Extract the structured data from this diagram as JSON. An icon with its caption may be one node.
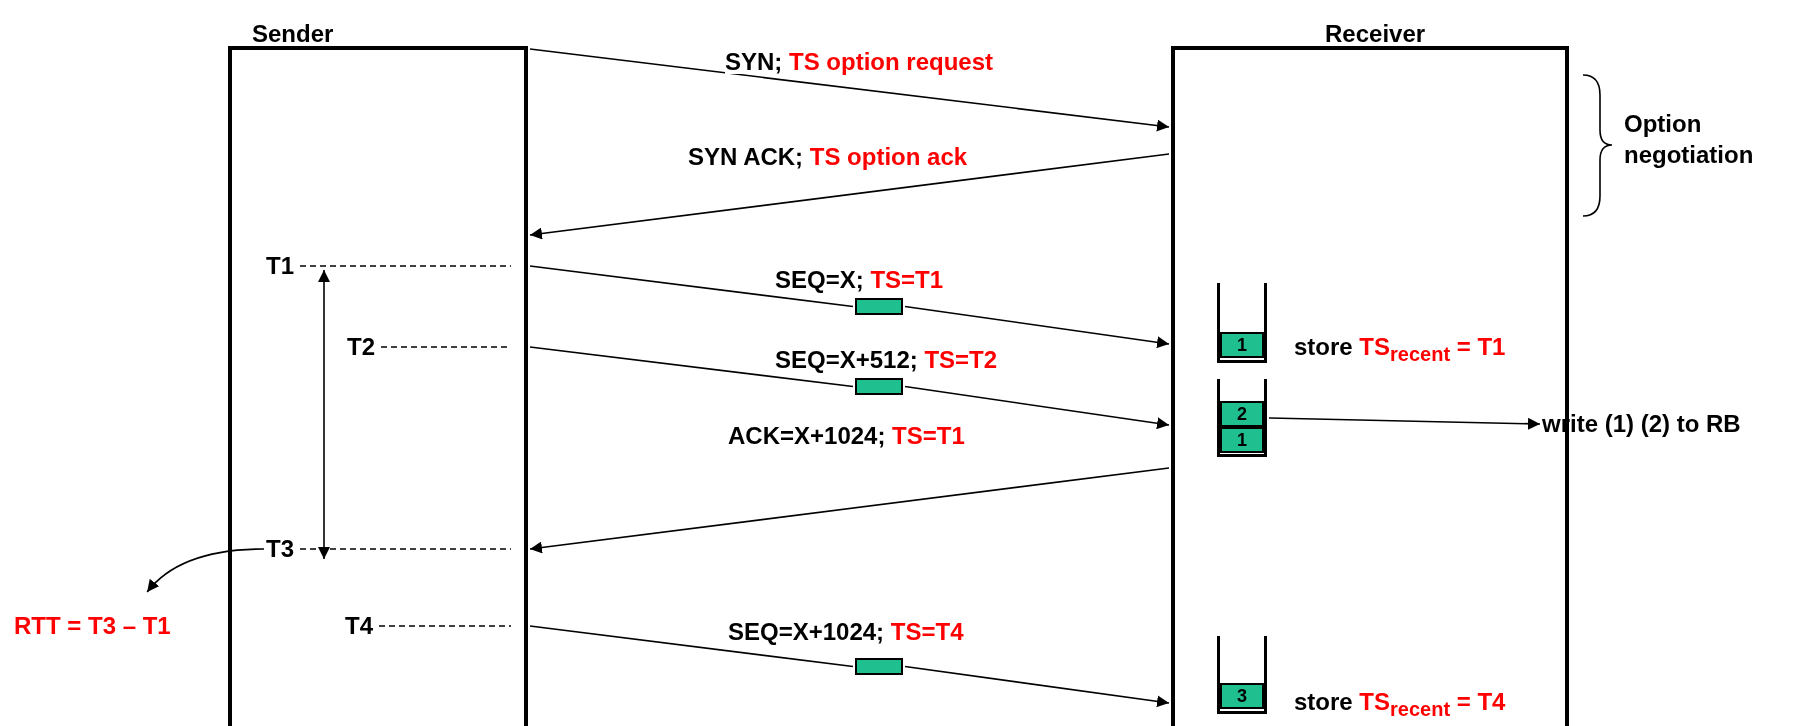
{
  "diagram": {
    "nodes": [
      {
        "text": [
          "Sender"
        ]
      },
      {
        "text": [
          "T1"
        ],
        "in": 0
      },
      {
        "text": [
          "T2"
        ],
        "in": 0
      },
      {
        "text": [
          "T3"
        ],
        "in": 0
      },
      {
        "text": [
          "T4"
        ],
        "in": 0
      },
      {
        "text": [
          "RTT = T3 – T1"
        ]
      },
      {
        "text": [
          "Receiver"
        ]
      },
      {
        "text": [],
        "shape": "box",
        "in": 6
      },
      {
        "text": [
          "1"
        ],
        "in": 7
      },
      {
        "text": [],
        "shape": "box",
        "in": 6
      },
      {
        "text": [
          "2"
        ],
        "in": 9
      },
      {
        "text": [
          "1"
        ],
        "in": 9
      },
      {
        "text": [],
        "shape": "box",
        "in": 6
      },
      {
        "text": [
          "3"
        ],
        "in": 12
      },
      {
        "text": [
          "write (1) (2) to RB"
        ]
      },
      {
        "text": [],
        "shape": "bar"
      },
      {
        "text": [],
        "shape": "bar"
      },
      {
        "text": [],
        "shape": "bar"
      }
    ],
    "edges": [
      {
        "from": 0,
        "to": 6,
        "arrow": "to",
        "label": "SYN; TS option request"
      },
      {
        "from": 6,
        "to": 0,
        "arrow": "to",
        "label": "SYN ACK; TS option ack"
      },
      {
        "from": 0,
        "to": 15,
        "arrow": "none",
        "label": "SEQ=X; TS=T1"
      },
      {
        "from": 15,
        "to": 6,
        "arrow": "to"
      },
      {
        "from": 0,
        "to": 16,
        "arrow": "none",
        "label": "SEQ=X+512; TS=T2"
      },
      {
        "from": 16,
        "to": 6,
        "arrow": "to"
      },
      {
        "from": 6,
        "to": 0,
        "arrow": "to",
        "label": "ACK=X+1024; TS=T1"
      },
      {
        "from": 0,
        "to": 17,
        "arrow": "none",
        "label": "SEQ=X+1024; TS=T4"
      },
      {
        "from": 17,
        "to": 6,
        "arrow": "to"
      },
      {
        "from": 9,
        "to": 14,
        "arrow": "to"
      },
      {
        "from": 3,
        "to": 5,
        "arrow": "to"
      },
      {
        "from": 1,
        "to": 3,
        "arrow": "both"
      },
      {
        "from": 1,
        "to": null,
        "arrow": "none",
        "style": "dashed"
      },
      {
        "from": 2,
        "to": null,
        "arrow": "none",
        "style": "dashed"
      },
      {
        "from": 3,
        "to": null,
        "arrow": "none",
        "style": "dashed"
      },
      {
        "from": 4,
        "to": null,
        "arrow": "none",
        "style": "dashed"
      }
    ],
    "labels": [
      "Option negotiation",
      "store TS$_{recent}$ = T1",
      "store TS$_{recent}$ = T4"
    ]
  }
}
